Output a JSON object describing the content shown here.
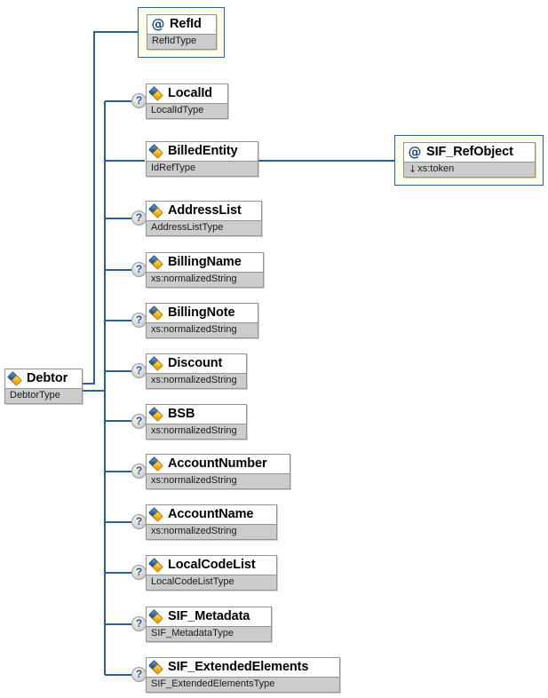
{
  "diagram": {
    "title": "Debtor XML schema element diagram",
    "type": "xsd-element-tree",
    "colors": {
      "connector": "#2c5f94",
      "attribute_frame": "#2c5f94",
      "attribute_fill": "#fdfde8",
      "element_border": "#949494",
      "type_row_fill": "#cccccc",
      "background": "#ffffff"
    },
    "icons": {
      "element": "element-icon",
      "attribute": "at-sign-icon",
      "optional": "question-mark-icon",
      "restriction": "down-arrow-icon"
    },
    "optional_marker": "?"
  },
  "root": {
    "name": "Debtor",
    "type": "DebtorType",
    "kind": "element",
    "optional": false
  },
  "nodes": [
    {
      "name": "RefId",
      "type": "RefIdType",
      "kind": "attribute",
      "optional": false
    },
    {
      "name": "LocalId",
      "type": "LocalIdType",
      "kind": "element",
      "optional": true
    },
    {
      "name": "BilledEntity",
      "type": "IdRefType",
      "kind": "element",
      "optional": false
    },
    {
      "name": "AddressList",
      "type": "AddressListType",
      "kind": "element",
      "optional": true
    },
    {
      "name": "BillingName",
      "type": "xs:normalizedString",
      "kind": "element",
      "optional": true
    },
    {
      "name": "BillingNote",
      "type": "xs:normalizedString",
      "kind": "element",
      "optional": true
    },
    {
      "name": "Discount",
      "type": "xs:normalizedString",
      "kind": "element",
      "optional": true
    },
    {
      "name": "BSB",
      "type": "xs:normalizedString",
      "kind": "element",
      "optional": true
    },
    {
      "name": "AccountNumber",
      "type": "xs:normalizedString",
      "kind": "element",
      "optional": true
    },
    {
      "name": "AccountName",
      "type": "xs:normalizedString",
      "kind": "element",
      "optional": true
    },
    {
      "name": "LocalCodeList",
      "type": "LocalCodeListType",
      "kind": "element",
      "optional": true
    },
    {
      "name": "SIF_Metadata",
      "type": "SIF_MetadataType",
      "kind": "element",
      "optional": true
    },
    {
      "name": "SIF_ExtendedElements",
      "type": "SIF_ExtendedElementsType",
      "kind": "element",
      "optional": true
    }
  ],
  "child_of_billed_entity": {
    "name": "SIF_RefObject",
    "type": "xs:token",
    "type_prefix": "↓",
    "kind": "attribute",
    "optional": false
  }
}
